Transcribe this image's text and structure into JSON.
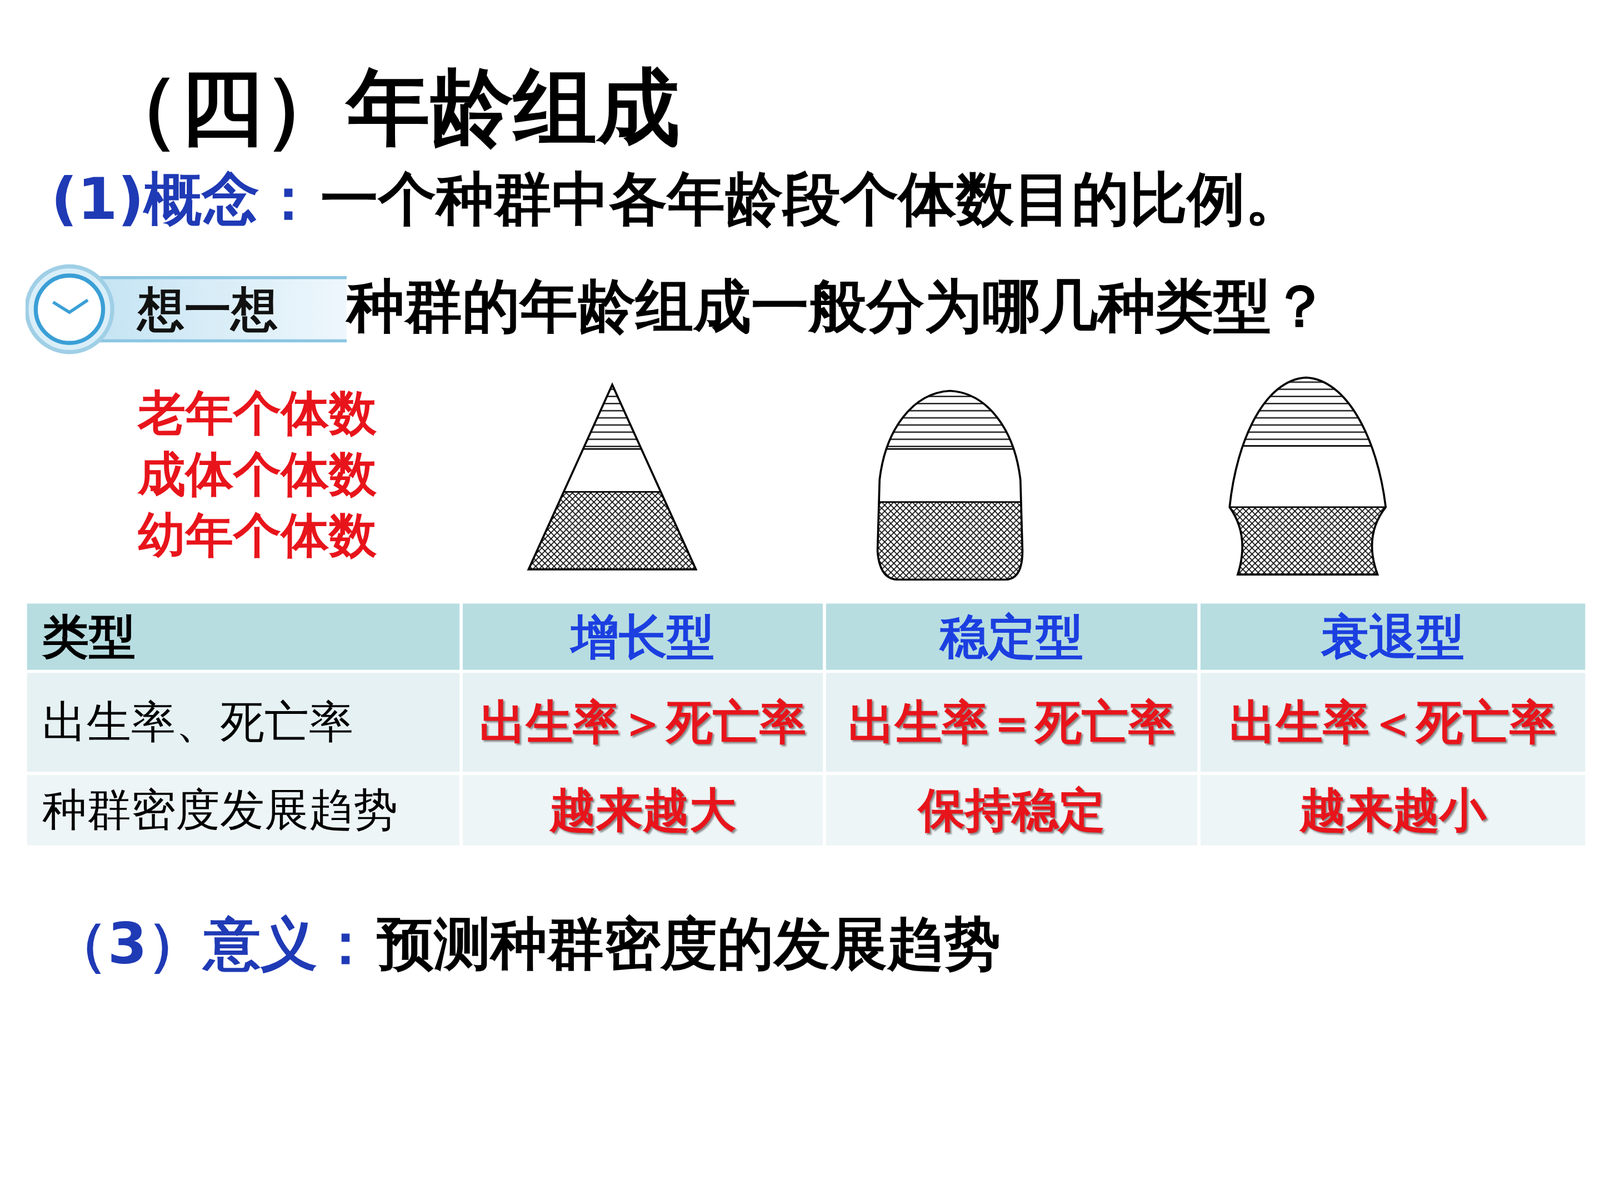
{
  "diagram": {
    "title": "（四）年龄组成",
    "nodes": [
      {
        "text": [
          "想一想"
        ]
      }
    ],
    "labels": [
      "(1)概念：",
      "一个种群中各年龄段个体数目的比例。",
      "种群的年龄组成一般分为哪几种类型？",
      "老年个体数",
      "成体个体数",
      "幼年个体数",
      "类型",
      "增长型",
      "稳定型",
      "衰退型",
      "出生率、死亡率",
      "出生率＞死亡率",
      "出生率＝死亡率",
      "出生率＜死亡率",
      "种群密度发展趋势",
      "越来越大",
      "保持稳定",
      "越来越小",
      "（3）意义：",
      "预测种群密度的发展趋势"
    ]
  }
}
